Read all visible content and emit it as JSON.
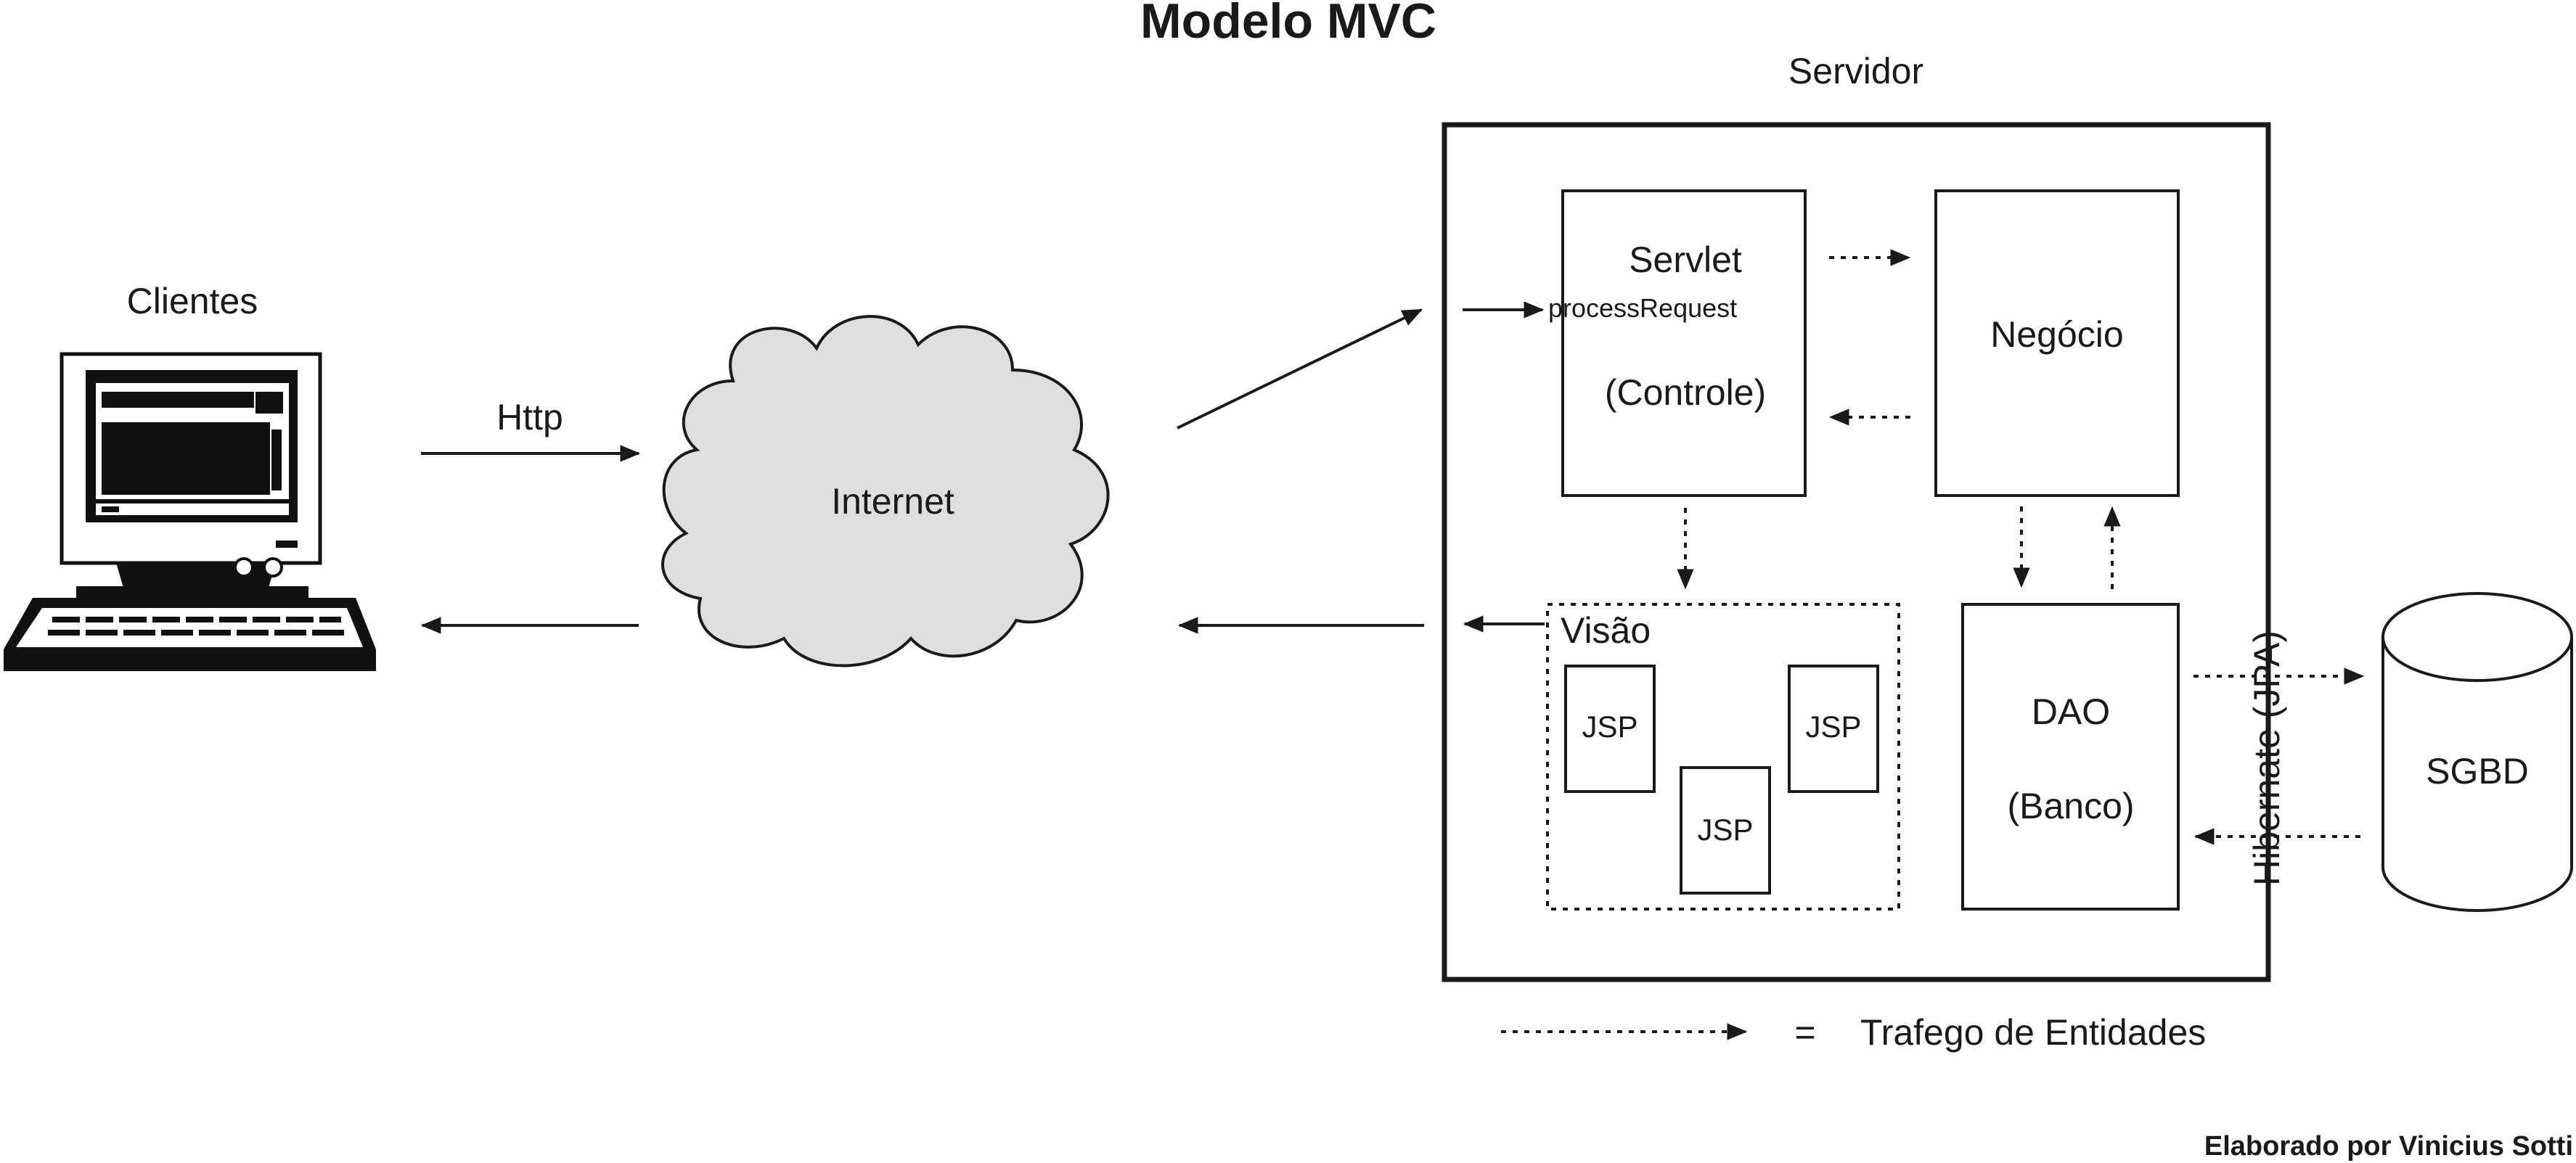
{
  "diagram": {
    "title": "Modelo MVC",
    "clients_label": "Clientes",
    "http_label": "Http",
    "internet_label": "Internet",
    "server_label": "Servidor",
    "servlet": {
      "name": "Servlet",
      "method": "processRequest",
      "role": "(Controle)"
    },
    "business_label": "Negócio",
    "view": {
      "label": "Visão",
      "pages": [
        "JSP",
        "JSP",
        "JSP"
      ]
    },
    "dao": {
      "name": "DAO",
      "role": "(Banco)"
    },
    "orm_label": "Hibernate (JPA)",
    "database_label": "SGBD",
    "legend": {
      "equals": "=",
      "text": "Trafego de Entidades"
    },
    "credit": "Elaborado por Vinicius Sotti"
  },
  "colors": {
    "ink": "#1a1a1a",
    "cloud_fill": "#dedede",
    "background": "#ffffff"
  }
}
